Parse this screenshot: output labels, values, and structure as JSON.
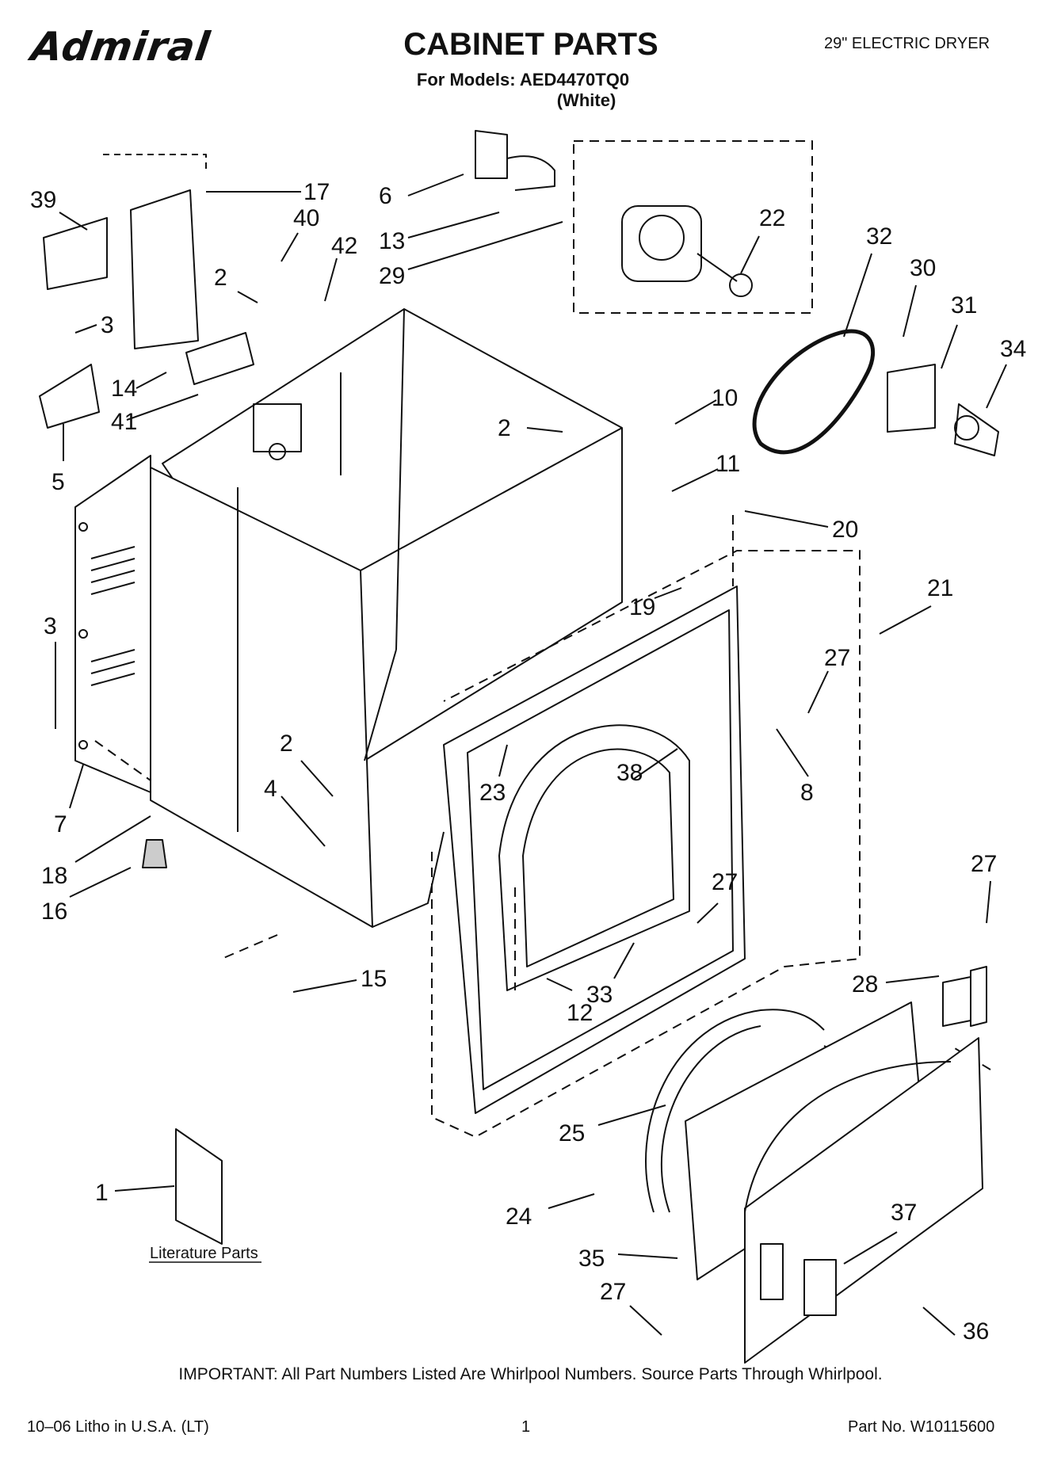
{
  "header": {
    "brand": "Admiral",
    "title": "CABINET PARTS",
    "models_line": "For Models: AED4470TQ0",
    "color_line": "(White)",
    "product": "29\" ELECTRIC DRYER"
  },
  "callouts": [
    "39",
    "17",
    "40",
    "42",
    "2",
    "3",
    "14",
    "41",
    "5",
    "6",
    "13",
    "29",
    "22",
    "32",
    "30",
    "31",
    "34",
    "10",
    "2",
    "11",
    "20",
    "21",
    "19",
    "27",
    "8",
    "38",
    "23",
    "2",
    "4",
    "3",
    "7",
    "18",
    "16",
    "27",
    "15",
    "33",
    "12",
    "27",
    "28",
    "25",
    "24",
    "35",
    "37",
    "27",
    "36",
    "1"
  ],
  "literature": {
    "label": "Literature Parts"
  },
  "footer": {
    "important": "IMPORTANT: All Part Numbers Listed Are Whirlpool Numbers. Source Parts Through Whirlpool.",
    "litho": "10–06 Litho in U.S.A. (LT)",
    "page": "1",
    "part_no": "Part No. W10115600"
  }
}
